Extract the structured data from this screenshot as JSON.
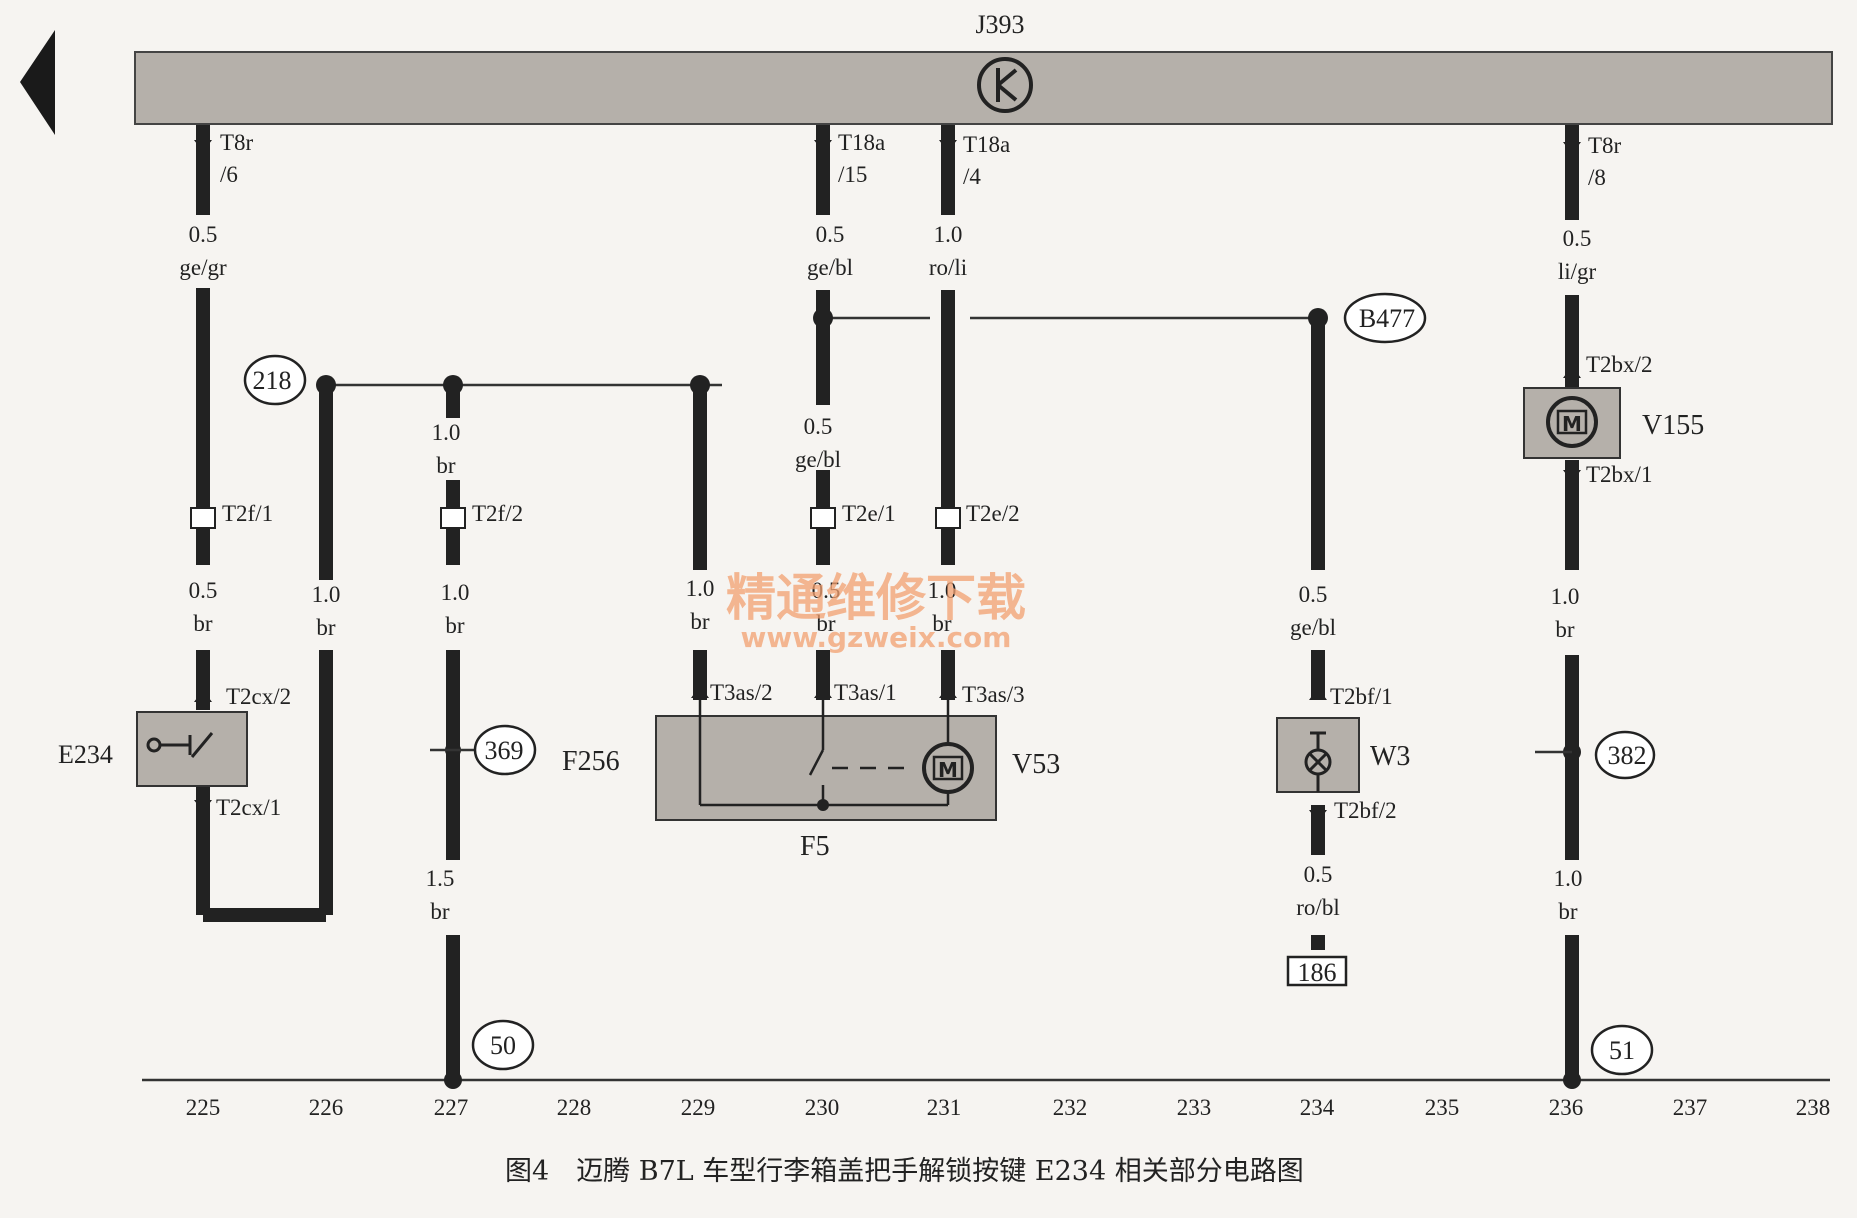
{
  "control_unit": {
    "name": "J393"
  },
  "connectors": {
    "t8r_6": [
      "T8r",
      "/6"
    ],
    "t18a_15": [
      "T18a",
      "/15"
    ],
    "t18a_4": [
      "T18a",
      "/4"
    ],
    "t8r_8": [
      "T8r",
      "/8"
    ],
    "t2f_1": "T2f/1",
    "t2f_2": "T2f/2",
    "t2e_1": "T2e/1",
    "t2e_2": "T2e/2",
    "t2cx_2": "T2cx/2",
    "t2cx_1": "T2cx/1",
    "t3as_2": "T3as/2",
    "t3as_1": "T3as/1",
    "t3as_3": "T3as/3",
    "t2bf_1": "T2bf/1",
    "t2bf_2": "T2bf/2",
    "t2bx_2": "T2bx/2",
    "t2bx_1": "T2bx/1"
  },
  "wires": {
    "w225_top": [
      "0.5",
      "ge/gr"
    ],
    "w230_top": [
      "0.5",
      "ge/bl"
    ],
    "w231_top": [
      "1.0",
      "ro/li"
    ],
    "w236_top": [
      "0.5",
      "li/gr"
    ],
    "w227_mid": [
      "1.0",
      "br"
    ],
    "w230_mid": [
      "0.5",
      "ge/bl"
    ],
    "w225_low": [
      "0.5",
      "br"
    ],
    "w226_low": [
      "1.0",
      "br"
    ],
    "w227_low": [
      "1.0",
      "br"
    ],
    "w229_low": [
      "1.0",
      "br"
    ],
    "w230_low": [
      "0.5",
      "br"
    ],
    "w231_low": [
      "1.0",
      "br"
    ],
    "w234_low": [
      "0.5",
      "ge/bl"
    ],
    "w236_low": [
      "1.0",
      "br"
    ],
    "w227_bot": [
      "1.5",
      "br"
    ],
    "w234_bot": [
      "0.5",
      "ro/bl"
    ],
    "w236_bot": [
      "1.0",
      "br"
    ]
  },
  "components": {
    "e234": "E234",
    "f256": "F256",
    "v53": "V53",
    "f5": "F5",
    "w3": "W3",
    "v155": "V155"
  },
  "refs": {
    "r218": "218",
    "b477": "B477",
    "r369": "369",
    "r382": "382",
    "r50": "50",
    "r51": "51",
    "r186": "186"
  },
  "tracks": [
    "225",
    "226",
    "227",
    "228",
    "229",
    "230",
    "231",
    "232",
    "233",
    "234",
    "235",
    "236",
    "237",
    "238"
  ],
  "watermark": {
    "cn": "精通维修下载",
    "url": "www.gzweix.com"
  },
  "caption": "图4　迈腾 B7L 车型行李箱盖把手解锁按键 E234 相关部分电路图"
}
